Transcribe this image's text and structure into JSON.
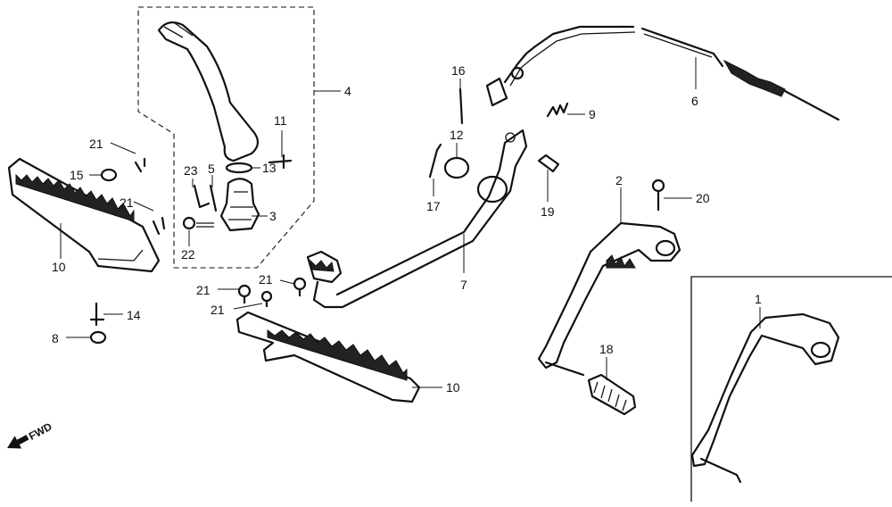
{
  "callouts": {
    "c1": "1",
    "c2": "2",
    "c3": "3",
    "c4": "4",
    "c5": "5",
    "c6": "6",
    "c7": "7",
    "c8": "8",
    "c9": "9",
    "c10a": "10",
    "c10b": "10",
    "c11": "11",
    "c12": "12",
    "c13": "13",
    "c14": "14",
    "c15": "15",
    "c16": "16",
    "c17": "17",
    "c18": "18",
    "c19": "19",
    "c20": "20",
    "c21a": "21",
    "c21b": "21",
    "c21c": "21",
    "c21d": "21",
    "c21e": "21",
    "c22": "22",
    "c23": "23"
  },
  "fwd_label": "FWD"
}
